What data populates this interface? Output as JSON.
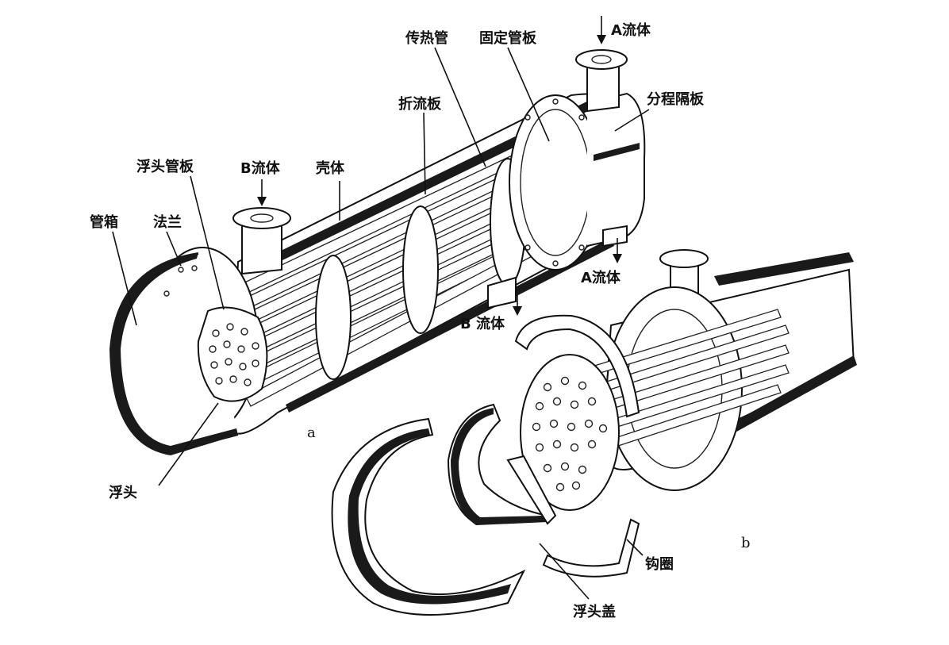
{
  "labels": {
    "a_fluid_in": "A流体",
    "a_fluid_out": "A流体",
    "b_fluid_in": "B流体",
    "b_fluid_out": "B 流体",
    "heat_tube": "传热管",
    "fixed_tube_sheet": "固定管板",
    "pass_partition": "分程隔板",
    "baffle": "折流板",
    "floating_tube_sheet": "浮头管板",
    "shell": "壳体",
    "channel": "管箱",
    "flange": "法兰",
    "floating_head": "浮头",
    "hook_ring": "钩圈",
    "floating_head_cover": "浮头盖"
  },
  "sub_labels": {
    "a": "a",
    "b": "b"
  },
  "colors": {
    "ink": "#111111",
    "paper": "#ffffff"
  }
}
